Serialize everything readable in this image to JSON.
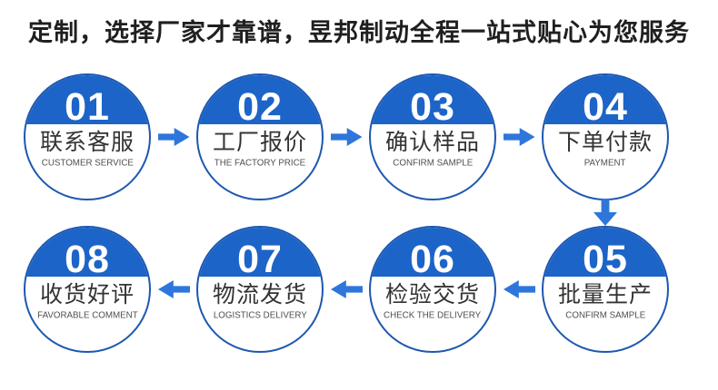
{
  "title": "定制，选择厂家才靠谱，昱邦制动全程一站式贴心为您服务",
  "steps": [
    {
      "num": "01",
      "zh": "联系客服",
      "en": "CUSTOMER SERVICE"
    },
    {
      "num": "02",
      "zh": "工厂报价",
      "en": "THE FACTORY PRICE"
    },
    {
      "num": "03",
      "zh": "确认样品",
      "en": "CONFIRM SAMPLE"
    },
    {
      "num": "04",
      "zh": "下单付款",
      "en": "PAYMENT"
    },
    {
      "num": "05",
      "zh": "批量生产",
      "en": "CONFIRM SAMPLE"
    },
    {
      "num": "06",
      "zh": "检验交货",
      "en": "CHECK THE DELIVERY"
    },
    {
      "num": "07",
      "zh": "物流发货",
      "en": "LOGISTICS DELIVERY"
    },
    {
      "num": "08",
      "zh": "收货好评",
      "en": "FAVORABLE COMMENT"
    }
  ],
  "colors": {
    "circle_fill": "#1c64c8",
    "circle_border": "#1d58b0",
    "arrow_blue": "#2e76db",
    "title_color": "#1f1f1f",
    "zh_color": "#333333",
    "en_color": "#4f4f4f"
  }
}
